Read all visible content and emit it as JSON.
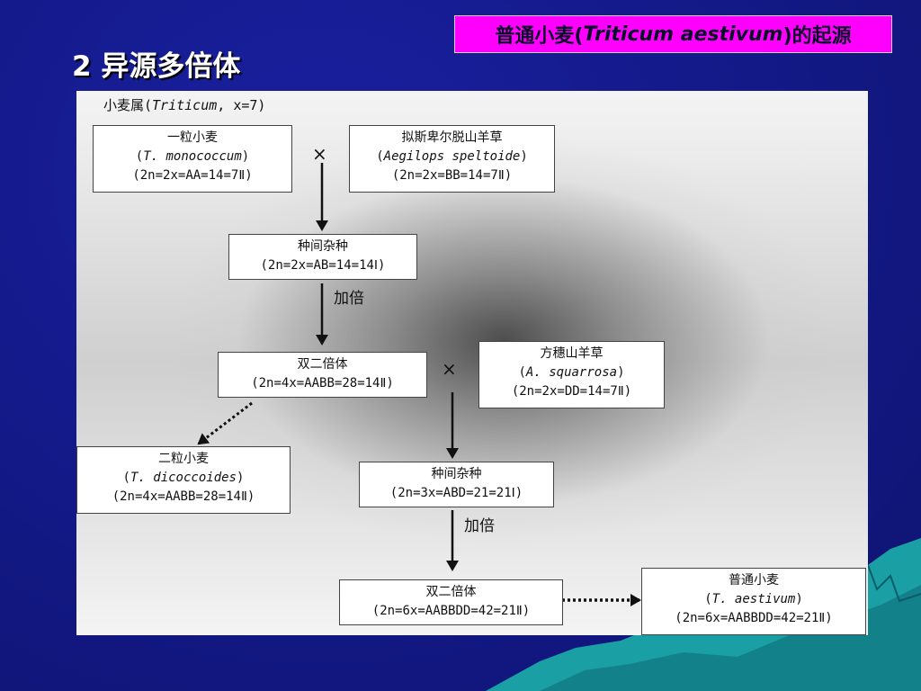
{
  "header_tag": {
    "prefix": "普通小麦(",
    "species": "Triticum aestivum",
    "suffix": ")的起源"
  },
  "slide_title": "2 异源多倍体",
  "panel": {
    "title_prefix": "小麦属(",
    "title_genus": "Triticum",
    "title_suffix": ", x=7)",
    "boxes": {
      "einkorn": {
        "name": "一粒小麦",
        "latin_open": "(",
        "latin": "T.  monococcum",
        "latin_close": ")",
        "formula": "(2n=2x=AA=14=7Ⅱ)"
      },
      "aegilops_speltoides": {
        "name": "拟斯卑尔脱山羊草",
        "latin_open": "(",
        "latin": "Aegilops speltoide",
        "latin_close": ")",
        "formula": "(2n=2x=BB=14=7Ⅱ)"
      },
      "hybrid_ab": {
        "name": "种间杂种",
        "formula": "(2n=2x=AB=14=14Ⅰ)"
      },
      "amphidiploid_aabb": {
        "name": "双二倍体",
        "formula": "(2n=4x=AABB=28=14Ⅱ)"
      },
      "aegilops_squarrosa": {
        "name": "方穗山羊草",
        "latin_open": "(",
        "latin": "A.  squarrosa",
        "latin_close": ")",
        "formula": "(2n=2x=DD=14=7Ⅱ)"
      },
      "emmer": {
        "name": "二粒小麦",
        "latin_open": "(",
        "latin": "T.  dicoccoides",
        "latin_close": ")",
        "formula": "(2n=4x=AABB=28=14Ⅱ)"
      },
      "hybrid_abd": {
        "name": "种间杂种",
        "formula": "(2n=3x=ABD=21=21Ⅰ)"
      },
      "amphidiploid_aabbdd": {
        "name": "双二倍体",
        "formula": "(2n=6x=AABBDD=42=21Ⅱ)"
      },
      "common_wheat": {
        "name": "普通小麦",
        "latin_open": "(",
        "latin": "T.  aestivum",
        "latin_close": ")",
        "formula": "(2n=6x=AABBDD=42=21Ⅱ)"
      }
    },
    "cross_symbol_1": "×",
    "cross_symbol_2": "×",
    "doubling_label_1": "加倍",
    "doubling_label_2": "加倍"
  },
  "colors": {
    "slide_background": "#141a8c",
    "tag_background": "#ff00ff",
    "title_text": "#ffffff",
    "mountain": "#1aa6a6"
  }
}
